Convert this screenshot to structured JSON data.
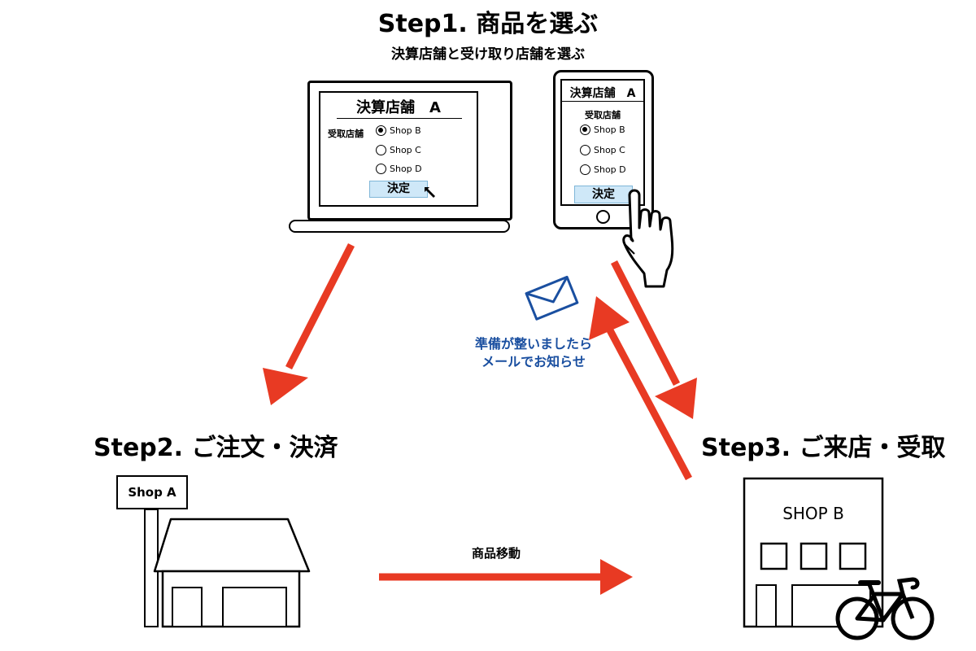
{
  "step1": {
    "title": "Step1. 商品を選ぶ",
    "subtitle": "決算店舗と受け取り店舗を選ぶ"
  },
  "laptop_form": {
    "store_title": "決算店舗　A",
    "pickup_label": "受取店舗",
    "options": [
      "Shop B",
      "Shop C",
      "Shop D"
    ],
    "selected_option": "Shop B",
    "submit_label": "決定"
  },
  "phone_form": {
    "store_title": "決算店舗　A",
    "pickup_label": "受取店舗",
    "options": [
      "Shop B",
      "Shop C",
      "Shop D"
    ],
    "selected_option": "Shop B",
    "submit_label": "決定"
  },
  "notification": {
    "line1": "準備が整いましたら",
    "line2": "メールでお知らせ"
  },
  "step2": {
    "title": "Step2. ご注文・決済"
  },
  "step3": {
    "title": "Step3. ご来店・受取"
  },
  "shop_a": {
    "sign": "Shop A"
  },
  "shop_b": {
    "sign": "SHOP B"
  },
  "transfer": {
    "label": "商品移動"
  },
  "colors": {
    "arrow": "#e83a23",
    "note_blue": "#1a4fa0",
    "button_fill": "#cfe8f8"
  },
  "icons": [
    "laptop-icon",
    "smartphone-icon",
    "pointer-cursor-icon",
    "tapping-hand-icon",
    "envelope-icon",
    "shop-house-icon",
    "shop-building-icon",
    "bicycle-icon"
  ]
}
